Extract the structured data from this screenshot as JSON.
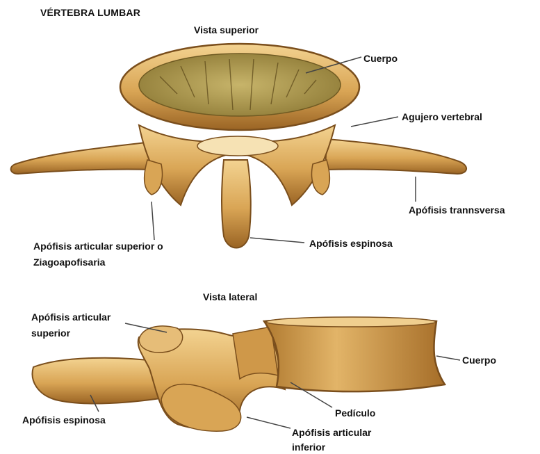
{
  "title": "VÉRTEBRA LUMBAR",
  "superior_view": {
    "heading": "Vista superior",
    "labels": {
      "cuerpo": "Cuerpo",
      "agujero_vertebral": "Agujero vertebral",
      "apofisis_transversa": "Apófisis trannsversa",
      "apofisis_espinosa": "Apófisis espinosa",
      "apofisis_articular_superior_line1": "Apófisis articular superior o",
      "apofisis_articular_superior_line2": "Ziagoapofisaria"
    }
  },
  "lateral_view": {
    "heading": "Vista lateral",
    "labels": {
      "apofisis_articular_superior_line1": "Apófisis articular",
      "apofisis_articular_superior_line2": "superior",
      "cuerpo": "Cuerpo",
      "pediculo": "Pedículo",
      "apofisis_espinosa": "Apófisis espinosa",
      "apofisis_articular_inferior_line1": "Apófisis articular",
      "apofisis_articular_inferior_line2": "inferior"
    }
  },
  "colors": {
    "bone_light": "#e8c07a",
    "bone_mid": "#c8923e",
    "bone_dark": "#7a4e1c",
    "cancellous": "#b8a458",
    "leader_line": "#444444",
    "text": "#111111"
  }
}
